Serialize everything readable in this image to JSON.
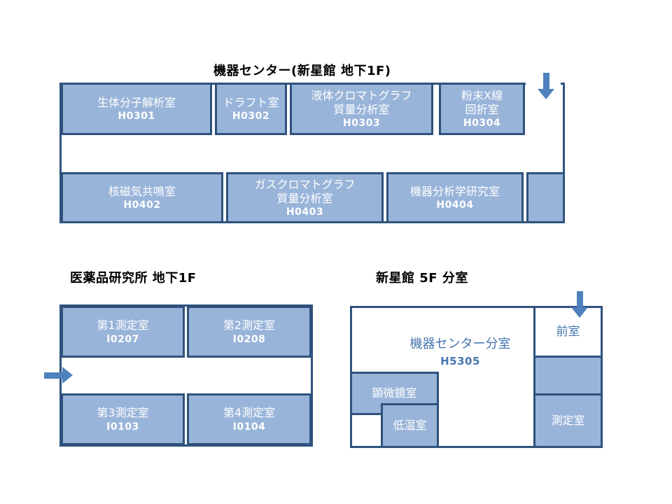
{
  "canvas": {
    "background": "#FFFFFF"
  },
  "colors": {
    "room_fill": "#99B4D9",
    "wall": "#2E527C",
    "arrow": "#4E81BD",
    "blue_text": "#4777AE",
    "room_text": "#FFFFFF",
    "title_text": "#000000"
  },
  "top_section": {
    "title": "機器センター(新星館 地下1F)",
    "rooms": [
      {
        "name": "生体分子解析室",
        "code": "H0301"
      },
      {
        "name": "ドラフト室",
        "code": "H0302"
      },
      {
        "name": "液体クロマトグラフ\n質量分析室",
        "code": "H0303"
      },
      {
        "name": "粉末X線\n回折室",
        "code": "H0304"
      },
      {
        "name": "核磁気共鳴室",
        "code": "H0402"
      },
      {
        "name": "ガスクロマトグラフ\n質量分析室",
        "code": "H0403"
      },
      {
        "name": "機器分析学研究室",
        "code": "H0404"
      }
    ]
  },
  "left_section": {
    "title": "医薬品研究所 地下1F",
    "rooms": [
      {
        "name": "第1測定室",
        "code": "I0207"
      },
      {
        "name": "第2測定室",
        "code": "I0208"
      },
      {
        "name": "第3測定室",
        "code": "I0103"
      },
      {
        "name": "第4測定室",
        "code": "I0104"
      }
    ]
  },
  "right_section": {
    "title": "新星館 5F 分室",
    "branch_room": {
      "name": "機器センター分室",
      "code": "H5305"
    },
    "rooms": [
      {
        "label": "前室"
      },
      {
        "label": "顕微鏡室"
      },
      {
        "label": "低温室"
      },
      {
        "label": "測定室"
      }
    ]
  },
  "icons": {
    "top_entrance": "down-arrow",
    "left_entrance": "right-arrow",
    "branch_entrance": "down-arrow"
  }
}
